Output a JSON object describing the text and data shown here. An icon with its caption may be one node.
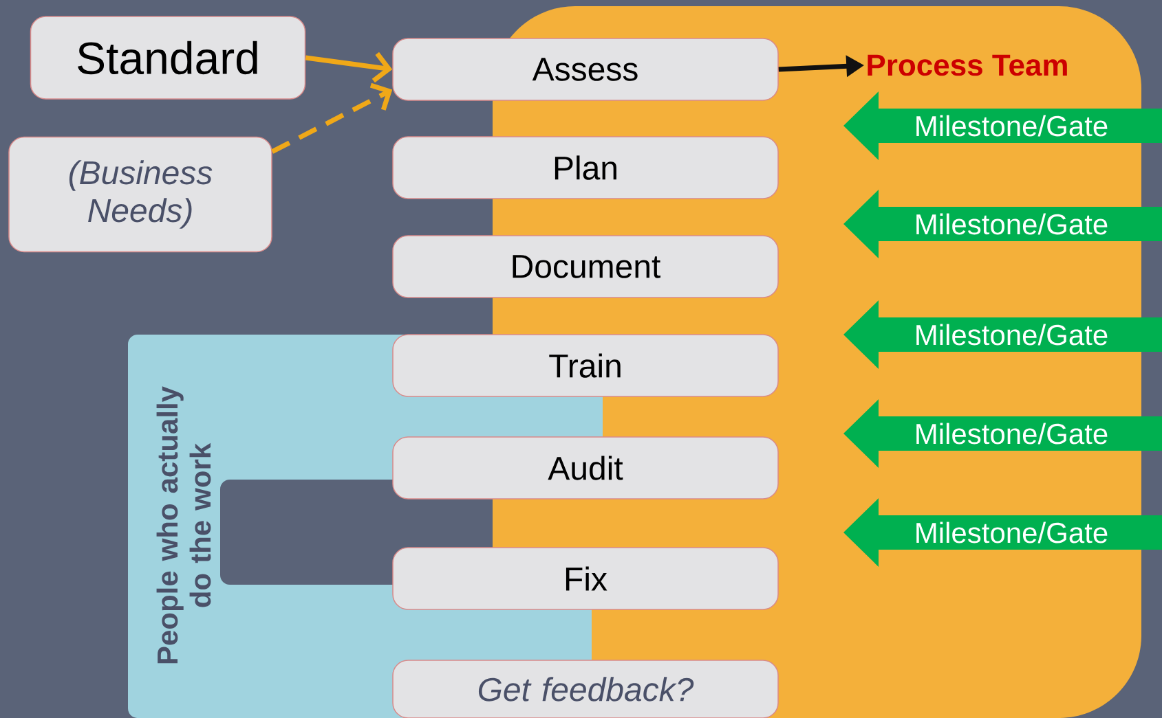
{
  "diagram": {
    "nodes": [
      {
        "text": [
          "Standard"
        ]
      },
      {
        "text": [
          "(Business Needs)"
        ]
      },
      {
        "text": [
          "Assess"
        ]
      },
      {
        "text": [
          "Process Team"
        ]
      },
      {
        "text": [
          "Plan"
        ]
      },
      {
        "text": [
          "Document"
        ]
      },
      {
        "text": [
          "Train"
        ]
      },
      {
        "text": [
          "Audit"
        ]
      },
      {
        "text": [
          "Fix"
        ]
      },
      {
        "text": [
          "Get feedback?"
        ]
      },
      {
        "text": [
          "Milestone/Gate"
        ]
      },
      {
        "text": [
          "Milestone/Gate"
        ]
      },
      {
        "text": [
          "Milestone/Gate"
        ]
      },
      {
        "text": [
          "Milestone/Gate"
        ]
      },
      {
        "text": [
          "Milestone/Gate"
        ]
      },
      {
        "text": [
          "People who actually do the work"
        ]
      }
    ],
    "edges": [
      {
        "from": 0,
        "to": 2,
        "arrow": "to"
      },
      {
        "from": 1,
        "to": 2,
        "arrow": "to",
        "style": "dashed"
      },
      {
        "from": 2,
        "to": 3,
        "arrow": "to",
        "color": "#111111"
      }
    ]
  }
}
